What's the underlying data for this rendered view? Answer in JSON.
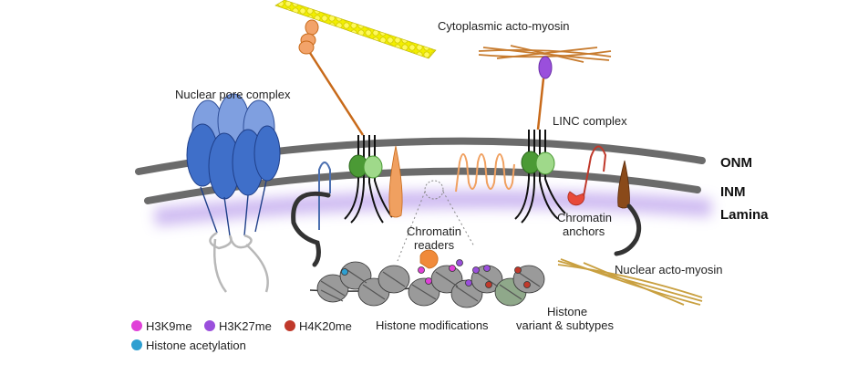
{
  "labels": {
    "cytoplasmic_actomyosin": "Cytoplasmic acto-myosin",
    "nuclear_pore_complex": "Nuclear pore complex",
    "linc_complex": "LINC complex",
    "onm": "ONM",
    "inm": "INM",
    "lamina": "Lamina",
    "chromatin_readers_1": "Chromatin",
    "chromatin_readers_2": "readers",
    "chromatin_anchors_1": "Chromatin",
    "chromatin_anchors_2": "anchors",
    "nuclear_actomyosin": "Nuclear acto-myosin",
    "histone_modifications": "Histone modifications",
    "histone_variant_1": "Histone",
    "histone_variant_2": "variant & subtypes"
  },
  "legend": [
    {
      "label": "H3K9me",
      "color": "#e040d8"
    },
    {
      "label": "H3K27me",
      "color": "#9a4fdc"
    },
    {
      "label": "H4K20me",
      "color": "#c0392b"
    },
    {
      "label": "Histone acetylation",
      "color": "#2e9fd1"
    }
  ],
  "colors": {
    "membrane": "#6b6b6b",
    "lamina_glow": "#c9b3f0",
    "pore": "#3f6fc9",
    "pore_back": "#7f9fe0",
    "actin_yellow": "#f2ee00",
    "actin_brown": "#c77b2e",
    "nesprin_orange": "#c86a1a",
    "sun_dark_green": "#4b9a35",
    "sun_light_green": "#9fd98a",
    "myosin_purple": "#9a4fdc",
    "nucleosome": "#8f8f8f"
  }
}
